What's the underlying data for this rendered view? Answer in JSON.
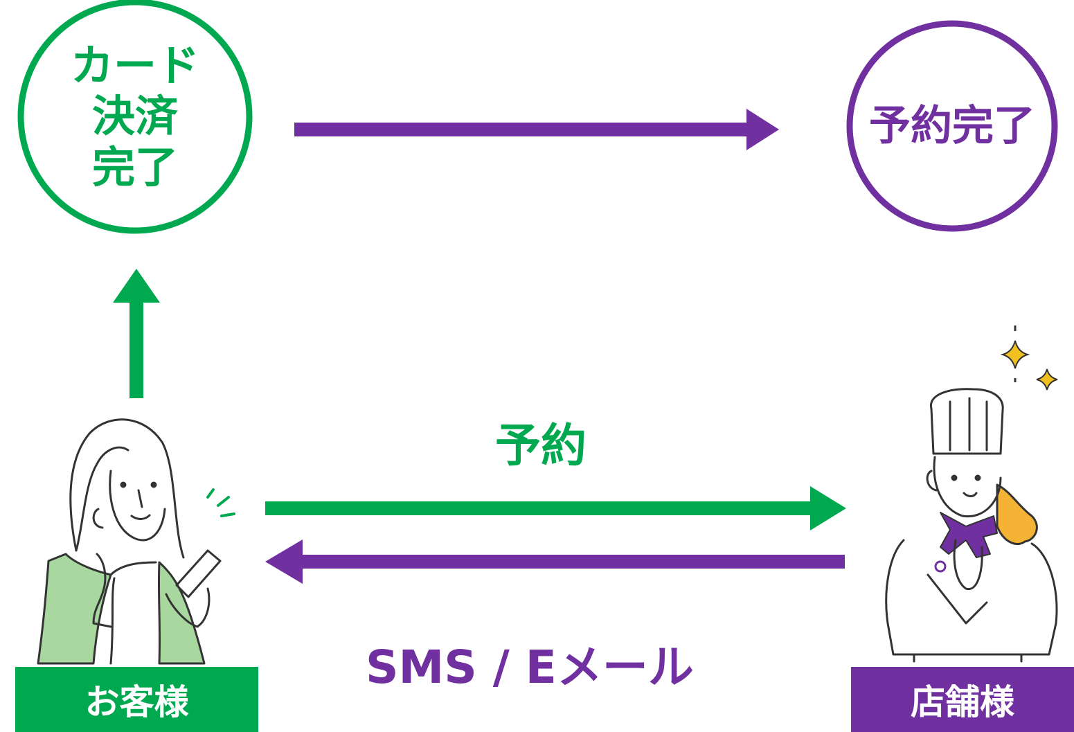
{
  "colors": {
    "customer": "#00a84f",
    "store": "#7030a0",
    "customer_fill": "#a8d8a0",
    "sparkle": "#f0c020",
    "hair": "#f5b335",
    "line": "#333333"
  },
  "nodes": {
    "card_payment": "カード\n決済\n完了",
    "reservation_complete": "予約完了"
  },
  "edges": {
    "reserve_label": "予約",
    "notify_label": "SMS / Eメール"
  },
  "actors": {
    "customer_label": "お客様",
    "store_label": "店舗様"
  },
  "icons": {
    "customer": "woman-with-smartphone-icon",
    "store": "chef-icon",
    "sparkles": "sparkle-icon"
  }
}
